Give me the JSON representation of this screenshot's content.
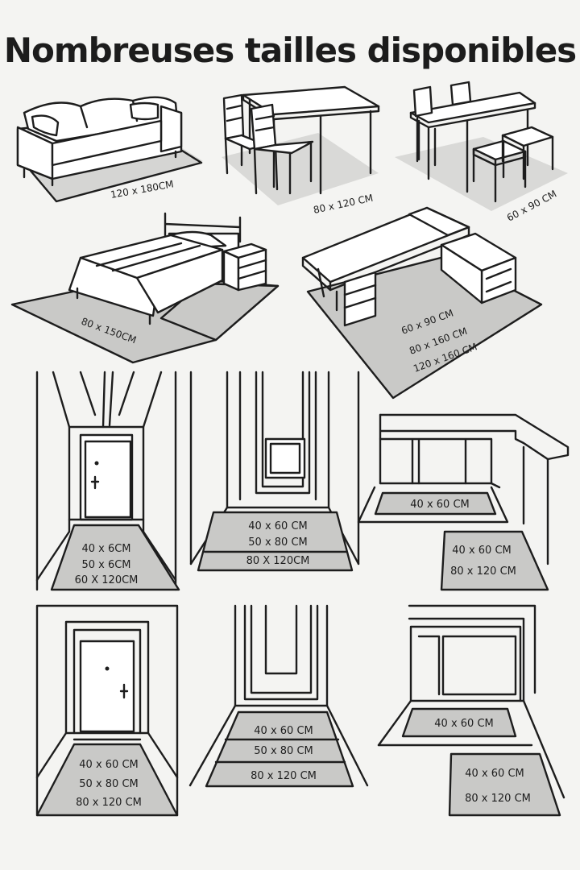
{
  "title": "Nombreuses  tailles disponibles",
  "colors": {
    "background": "#f4f4f2",
    "rug": "#c9c9c7",
    "line": "#1d1d1d"
  },
  "furniture": {
    "sofa": {
      "size": "120 x 180CM"
    },
    "dining": {
      "size": "80 x 120 CM"
    },
    "bar_table": {
      "size": "60 x 90 CM"
    },
    "bed": {
      "size": "80 x 150CM"
    },
    "desk": {
      "sizes": [
        "60 x 90 CM",
        "80 x 160 CM",
        "120 x 160 CM"
      ]
    }
  },
  "rooms": {
    "hallway1": {
      "sizes": [
        "40 x 6CM",
        "50 x 6CM",
        "60 X 120CM"
      ]
    },
    "corridor1": {
      "sizes": [
        "40 x 60 CM",
        "50 x 80 CM",
        "80 X 120CM"
      ]
    },
    "kitchen1": {
      "top": "40 x 60 CM",
      "sizes": [
        "40 x 60 CM",
        "80 x 120 CM"
      ]
    },
    "door2": {
      "sizes": [
        "40 x 60 CM",
        "50 x 80 CM",
        "80 x 120 CM"
      ]
    },
    "corridor2": {
      "sizes": [
        "40 x 60 CM",
        "50 x 80 CM",
        "80 x 120 CM"
      ]
    },
    "kitchen2": {
      "top": "40 x 60 CM",
      "sizes": [
        "40 x 60 CM",
        "80 x 120 CM"
      ]
    }
  }
}
